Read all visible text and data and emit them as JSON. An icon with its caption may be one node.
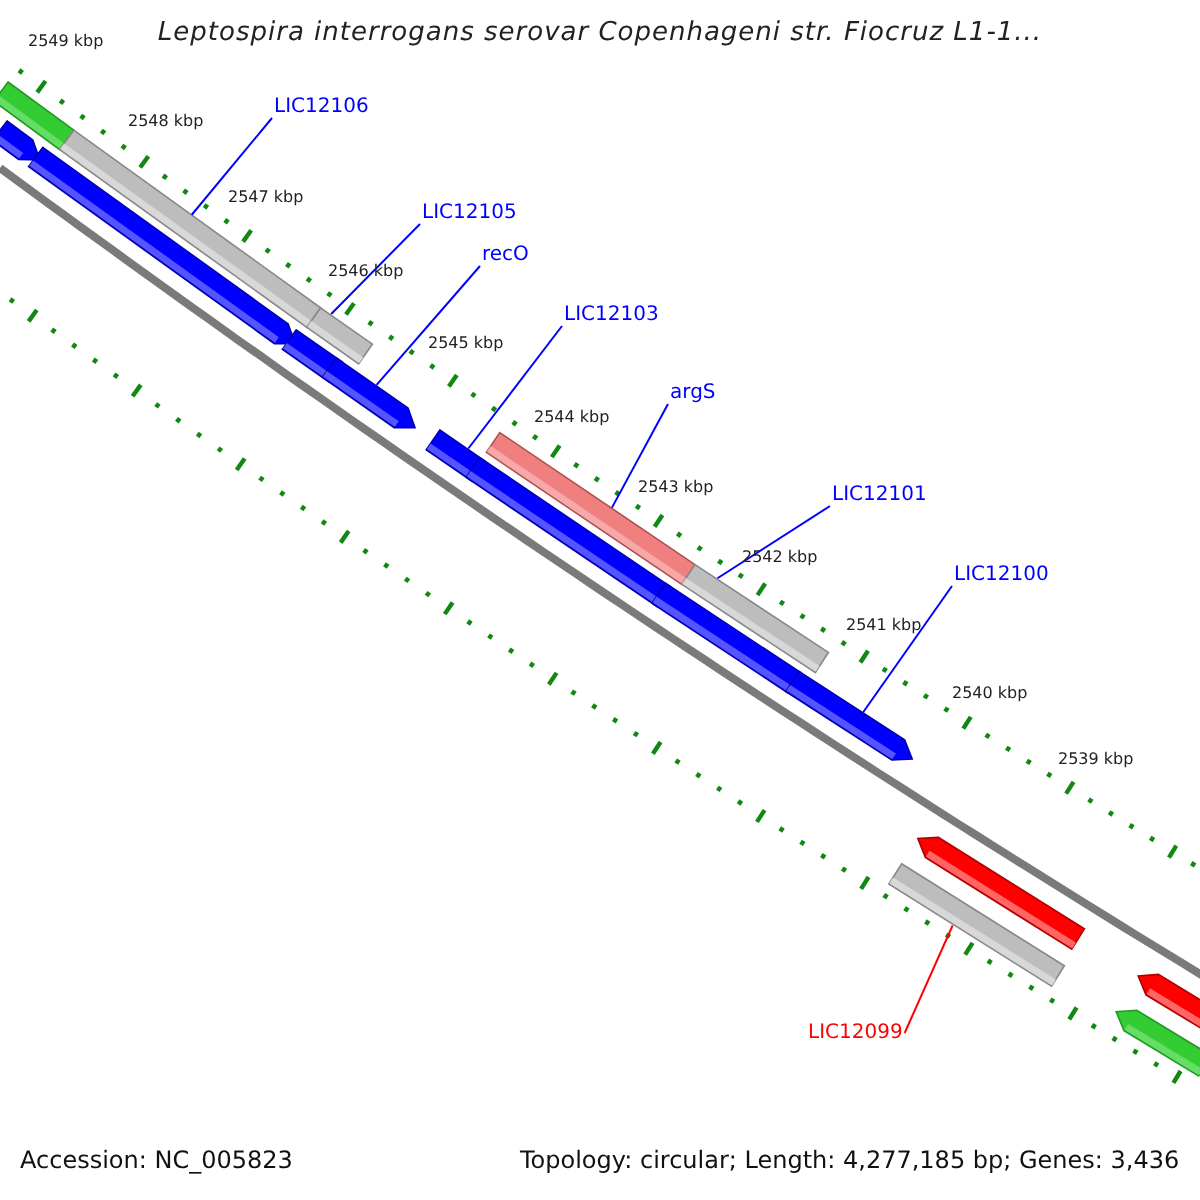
{
  "diagram": {
    "title": "Leptospira interrogans serovar Copenhageni str. Fiocruz L1-1...",
    "nodes": [
      {
        "text": [
          "LIC12106"
        ]
      },
      {
        "text": [
          "LIC12105"
        ]
      },
      {
        "text": [
          "recO"
        ]
      },
      {
        "text": [
          "LIC12103"
        ]
      },
      {
        "text": [
          "argS"
        ]
      },
      {
        "text": [
          "LIC12101"
        ]
      },
      {
        "text": [
          "LIC12100"
        ]
      },
      {
        "text": [
          "LIC12099"
        ]
      },
      {
        "text": [],
        "shape": "bar"
      },
      {
        "text": [],
        "shape": "bar"
      },
      {
        "text": [],
        "shape": "bar"
      },
      {
        "text": [],
        "shape": "bar"
      },
      {
        "text": [],
        "shape": "bar"
      },
      {
        "text": [],
        "shape": "bar"
      },
      {
        "text": [],
        "shape": "bar"
      },
      {
        "text": [],
        "shape": "bar"
      }
    ],
    "edges": [
      {
        "from": 0,
        "to": 8,
        "arrow": "none"
      },
      {
        "from": 1,
        "to": 9,
        "arrow": "none"
      },
      {
        "from": 2,
        "to": 10,
        "arrow": "none"
      },
      {
        "from": 3,
        "to": 11,
        "arrow": "none"
      },
      {
        "from": 4,
        "to": 12,
        "arrow": "none"
      },
      {
        "from": 5,
        "to": 13,
        "arrow": "none"
      },
      {
        "from": 6,
        "to": 14,
        "arrow": "none"
      },
      {
        "from": 7,
        "to": 15,
        "arrow": "none",
        "color": "#ff0000"
      }
    ],
    "labels": [
      "2549 kbp",
      "2548 kbp",
      "2547 kbp",
      "2546 kbp",
      "2545 kbp",
      "2544 kbp",
      "2543 kbp",
      "2542 kbp",
      "2541 kbp",
      "2540 kbp",
      "2539 kbp",
      "Accession: NC_005823",
      "Topology: circular; Length: 4,277,185 bp; Genes: 3,436"
    ]
  }
}
